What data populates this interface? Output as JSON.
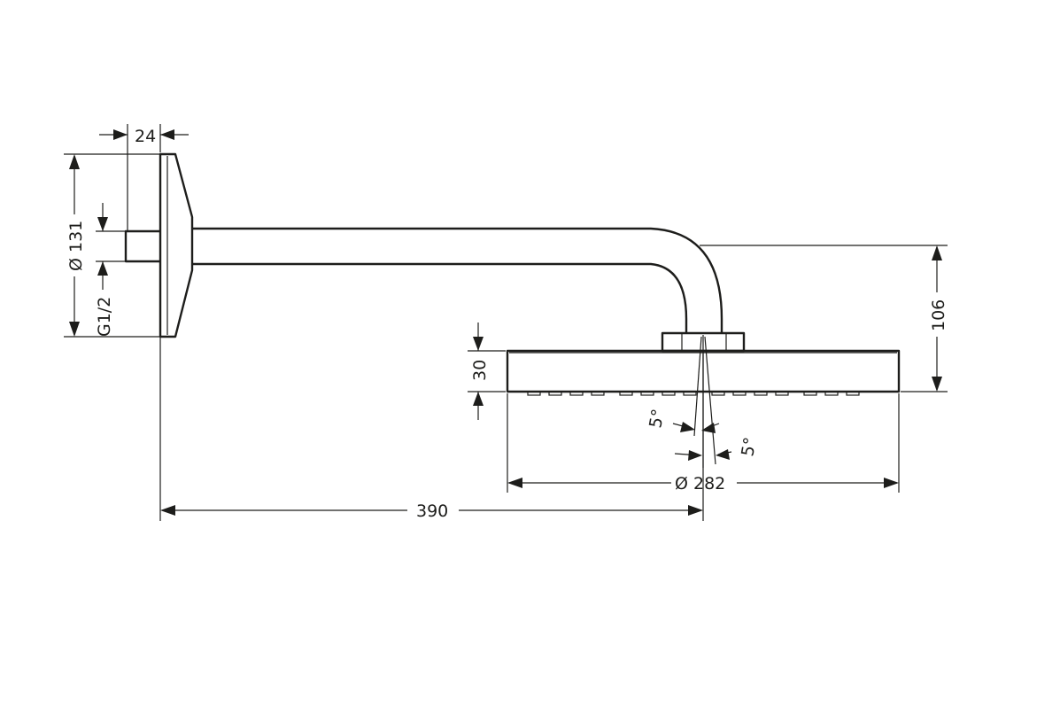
{
  "drawing": {
    "dimensions": {
      "flange_depth": "24",
      "flange_diameter": "Ø 131",
      "thread": "G1/2",
      "arm_projection": "390",
      "head_diameter": "Ø 282",
      "head_height": "30",
      "total_drop": "106",
      "tilt_left": "5°",
      "tilt_right": "5°"
    }
  }
}
